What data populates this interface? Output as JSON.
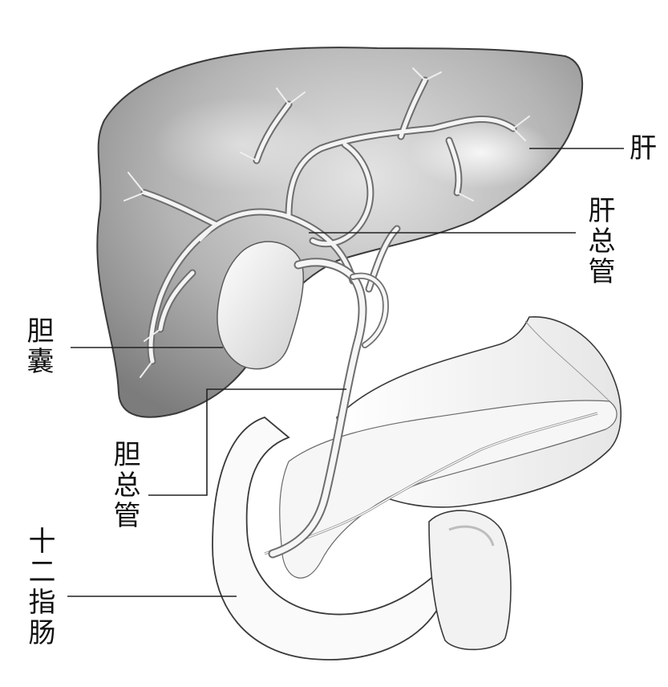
{
  "labels": {
    "liver": "肝",
    "common_hepatic_duct": "肝总管",
    "gallbladder": "胆囊",
    "common_bile_duct": "胆总管",
    "duodenum": "十二指肠"
  },
  "colors": {
    "liver_light": "#ececec",
    "liver_mid": "#a8a8a8",
    "liver_dark": "#7a7a7a",
    "ducts": "#f4f4f4",
    "outline": "#3a3a3a",
    "leader_lines": "#222222",
    "organ_fill": "#fafafa"
  }
}
